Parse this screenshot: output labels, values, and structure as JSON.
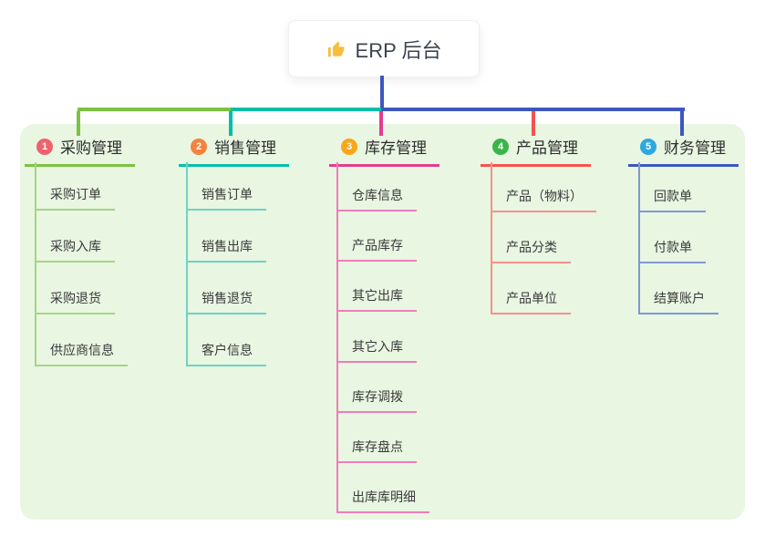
{
  "root": {
    "title": "ERP 后台",
    "icon": "thumbs-up-icon"
  },
  "colors": {
    "panel_bg": "#E8F6E2",
    "page_bg": "#FFFFFF",
    "root_text": "#3D4450",
    "thumb_icon": "#F5BE3E"
  },
  "branches": [
    {
      "num": "1",
      "title": "采购管理",
      "badge_color": "#F0616E",
      "line_color": "#7CC242",
      "child_line_color": "#A6D584",
      "children": [
        "采购订单",
        "采购入库",
        "采购退货",
        "供应商信息"
      ]
    },
    {
      "num": "2",
      "title": "销售管理",
      "badge_color": "#F5833C",
      "line_color": "#00BFA8",
      "child_line_color": "#6FD2C3",
      "children": [
        "销售订单",
        "销售出库",
        "销售退货",
        "客户信息"
      ]
    },
    {
      "num": "3",
      "title": "库存管理",
      "badge_color": "#F9A61A",
      "line_color": "#E23E8F",
      "child_line_color": "#F07DBB",
      "children": [
        "仓库信息",
        "产品库存",
        "其它出库",
        "其它入库",
        "库存调拨",
        "库存盘点",
        "出库库明细"
      ]
    },
    {
      "num": "4",
      "title": "产品管理",
      "badge_color": "#3BB54A",
      "line_color": "#F4534E",
      "child_line_color": "#F5918C",
      "children": [
        "产品（物料）",
        "产品分类",
        "产品单位"
      ]
    },
    {
      "num": "5",
      "title": "财务管理",
      "badge_color": "#2BA9E1",
      "line_color": "#3D57BF",
      "child_line_color": "#8297D2",
      "children": [
        "回款单",
        "付款单",
        "结算账户"
      ]
    }
  ]
}
